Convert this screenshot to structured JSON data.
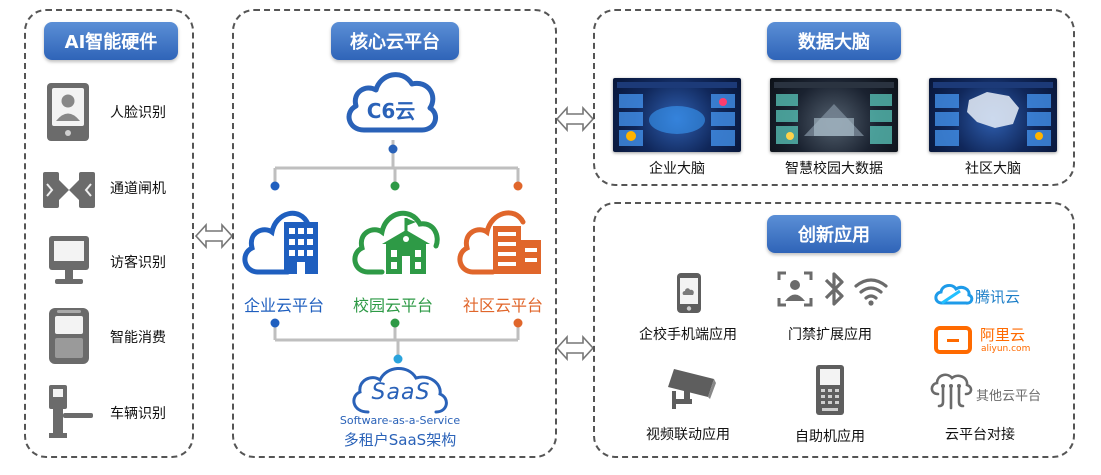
{
  "hardware": {
    "title": "AI智能硬件",
    "items": [
      {
        "label": "人脸识别",
        "icon": "face-terminal-icon"
      },
      {
        "label": "通道闸机",
        "icon": "turnstile-gate-icon"
      },
      {
        "label": "访客识别",
        "icon": "visitor-kiosk-icon"
      },
      {
        "label": "智能消费",
        "icon": "pos-terminal-icon"
      },
      {
        "label": "车辆识别",
        "icon": "vehicle-barrier-icon"
      }
    ]
  },
  "core": {
    "title": "核心云平台",
    "cloud_label": "C6云",
    "platforms": [
      {
        "label": "企业云平台",
        "color": "#1f5fbf",
        "icon": "office-building-icon"
      },
      {
        "label": "校园云平台",
        "color": "#2e9a46",
        "icon": "school-building-icon"
      },
      {
        "label": "社区云平台",
        "color": "#e0662b",
        "icon": "residential-building-icon"
      }
    ],
    "saas_logo": "SaaS",
    "saas_subtitle": "Software-as-a-Service",
    "saas_label": "多租户SaaS架构"
  },
  "brain": {
    "title": "数据大脑",
    "items": [
      {
        "label": "企业大脑"
      },
      {
        "label": "智慧校园大数据"
      },
      {
        "label": "社区大脑"
      }
    ]
  },
  "apps": {
    "title": "创新应用",
    "items": [
      {
        "label": "企校手机端应用",
        "icon": "mobile-phone-icon"
      },
      {
        "label": "门禁扩展应用",
        "icon": "access-control-icons"
      },
      {
        "label": "视频联动应用",
        "icon": "cctv-camera-icon"
      },
      {
        "label": "自助机应用",
        "icon": "self-service-kiosk-icon"
      },
      {
        "label": "云平台对接",
        "icon": "cloud-integration-icon"
      }
    ],
    "vendors": [
      {
        "name": "腾讯云"
      },
      {
        "name": "阿里云",
        "sub": "aliyun.com"
      },
      {
        "name": "其他云平台"
      }
    ]
  },
  "colors": {
    "pill_blue": "#3a6fc2",
    "enterprise_blue": "#1f5fbf",
    "campus_green": "#2e9a46",
    "community_orange": "#e0662b",
    "aliyun_orange": "#ff6a00",
    "tencent_blue": "#1e9be9"
  }
}
